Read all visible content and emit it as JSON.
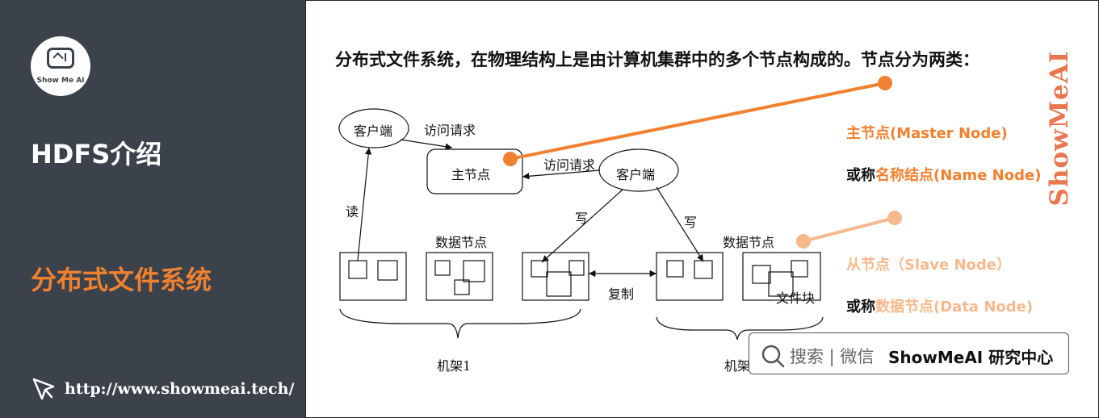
{
  "sidebar": {
    "logo_text": "Show Me AI",
    "title": "HDFS介绍",
    "subtitle": "分布式文件系统",
    "link": "http://www.showmeai.tech/"
  },
  "main": {
    "heading": "分布式文件系统，在物理结构上是由计算机集群中的多个节点构成的。节点分为两类："
  },
  "diagram": {
    "client1": "客户端",
    "client2": "客户端",
    "access1": "访问请求",
    "access2": "访问请求",
    "master": "主节点",
    "read": "读",
    "write1": "写",
    "write2": "写",
    "datanode1": "数据节点",
    "datanode2": "数据节点",
    "copy": "复制",
    "fileblock": "文件块",
    "rack1": "机架1",
    "rackn": "机架n"
  },
  "legend": {
    "master_label": "主节点(Master Node)",
    "or1": "或称",
    "name_node": "名称结点(Name Node)",
    "slave_label": "从节点（Slave Node）",
    "or2": "或称",
    "data_node": "数据节点(Data Node)"
  },
  "watermark": "ShowMeAI",
  "search": {
    "text": "搜索 | 微信",
    "brand": "ShowMeAI 研究中心"
  },
  "colors": {
    "accent": "#f0812f",
    "accent_light": "#f7b98c",
    "sidebar_bg": "#3b424c"
  }
}
